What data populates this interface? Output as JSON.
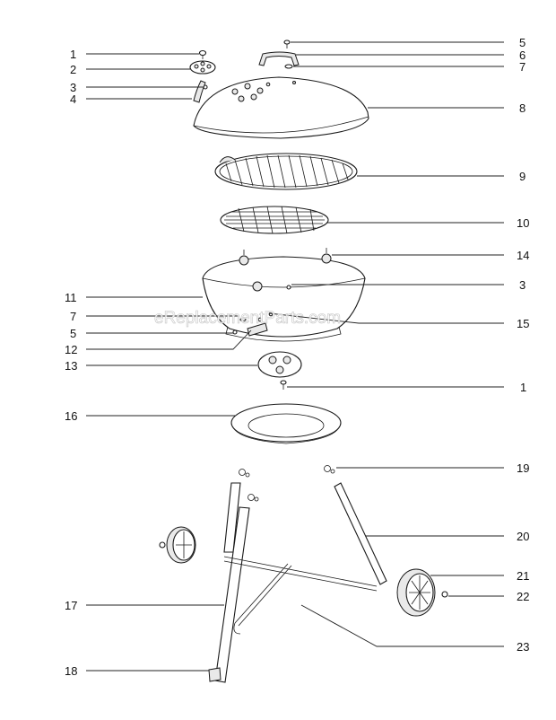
{
  "watermark": "eReplacementParts.com",
  "callouts": {
    "c1_top": "1",
    "c2": "2",
    "c3_left": "3",
    "c4": "4",
    "c5_right": "5",
    "c6": "6",
    "c7_right": "7",
    "c8": "8",
    "c9": "9",
    "c10": "10",
    "c14": "14",
    "c3_right": "3",
    "c11": "11",
    "c7_left": "7",
    "c5_left": "5",
    "c15": "15",
    "c12": "12",
    "c13": "13",
    "c1_bottom": "1",
    "c16": "16",
    "c19": "19",
    "c20": "20",
    "c21": "21",
    "c22": "22",
    "c17": "17",
    "c23": "23",
    "c18": "18"
  }
}
